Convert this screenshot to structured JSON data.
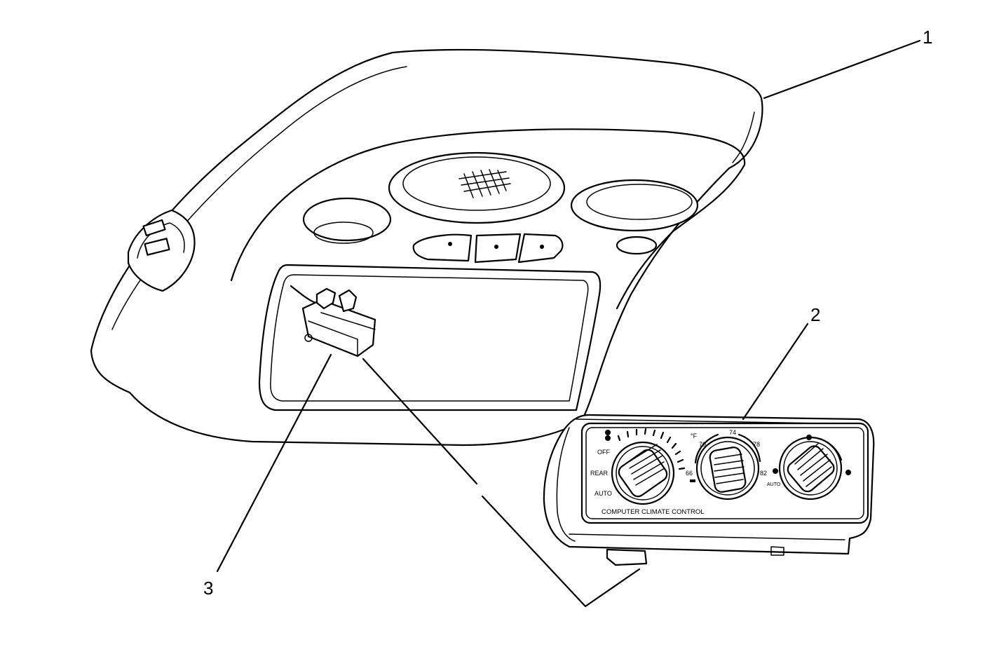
{
  "callouts": [
    {
      "label": "1"
    },
    {
      "label": "2"
    },
    {
      "label": "3"
    }
  ],
  "panel": {
    "title": "COMPUTER CLIMATE CONTROL",
    "fan_labels": [
      "OFF",
      "REAR",
      "AUTO"
    ],
    "temp_unit": "°F",
    "temp_values": [
      "66",
      "70",
      "74",
      "78",
      "82"
    ],
    "temp_auto": "AUTO"
  },
  "colors": {
    "line": "#000000",
    "background": "#ffffff"
  }
}
